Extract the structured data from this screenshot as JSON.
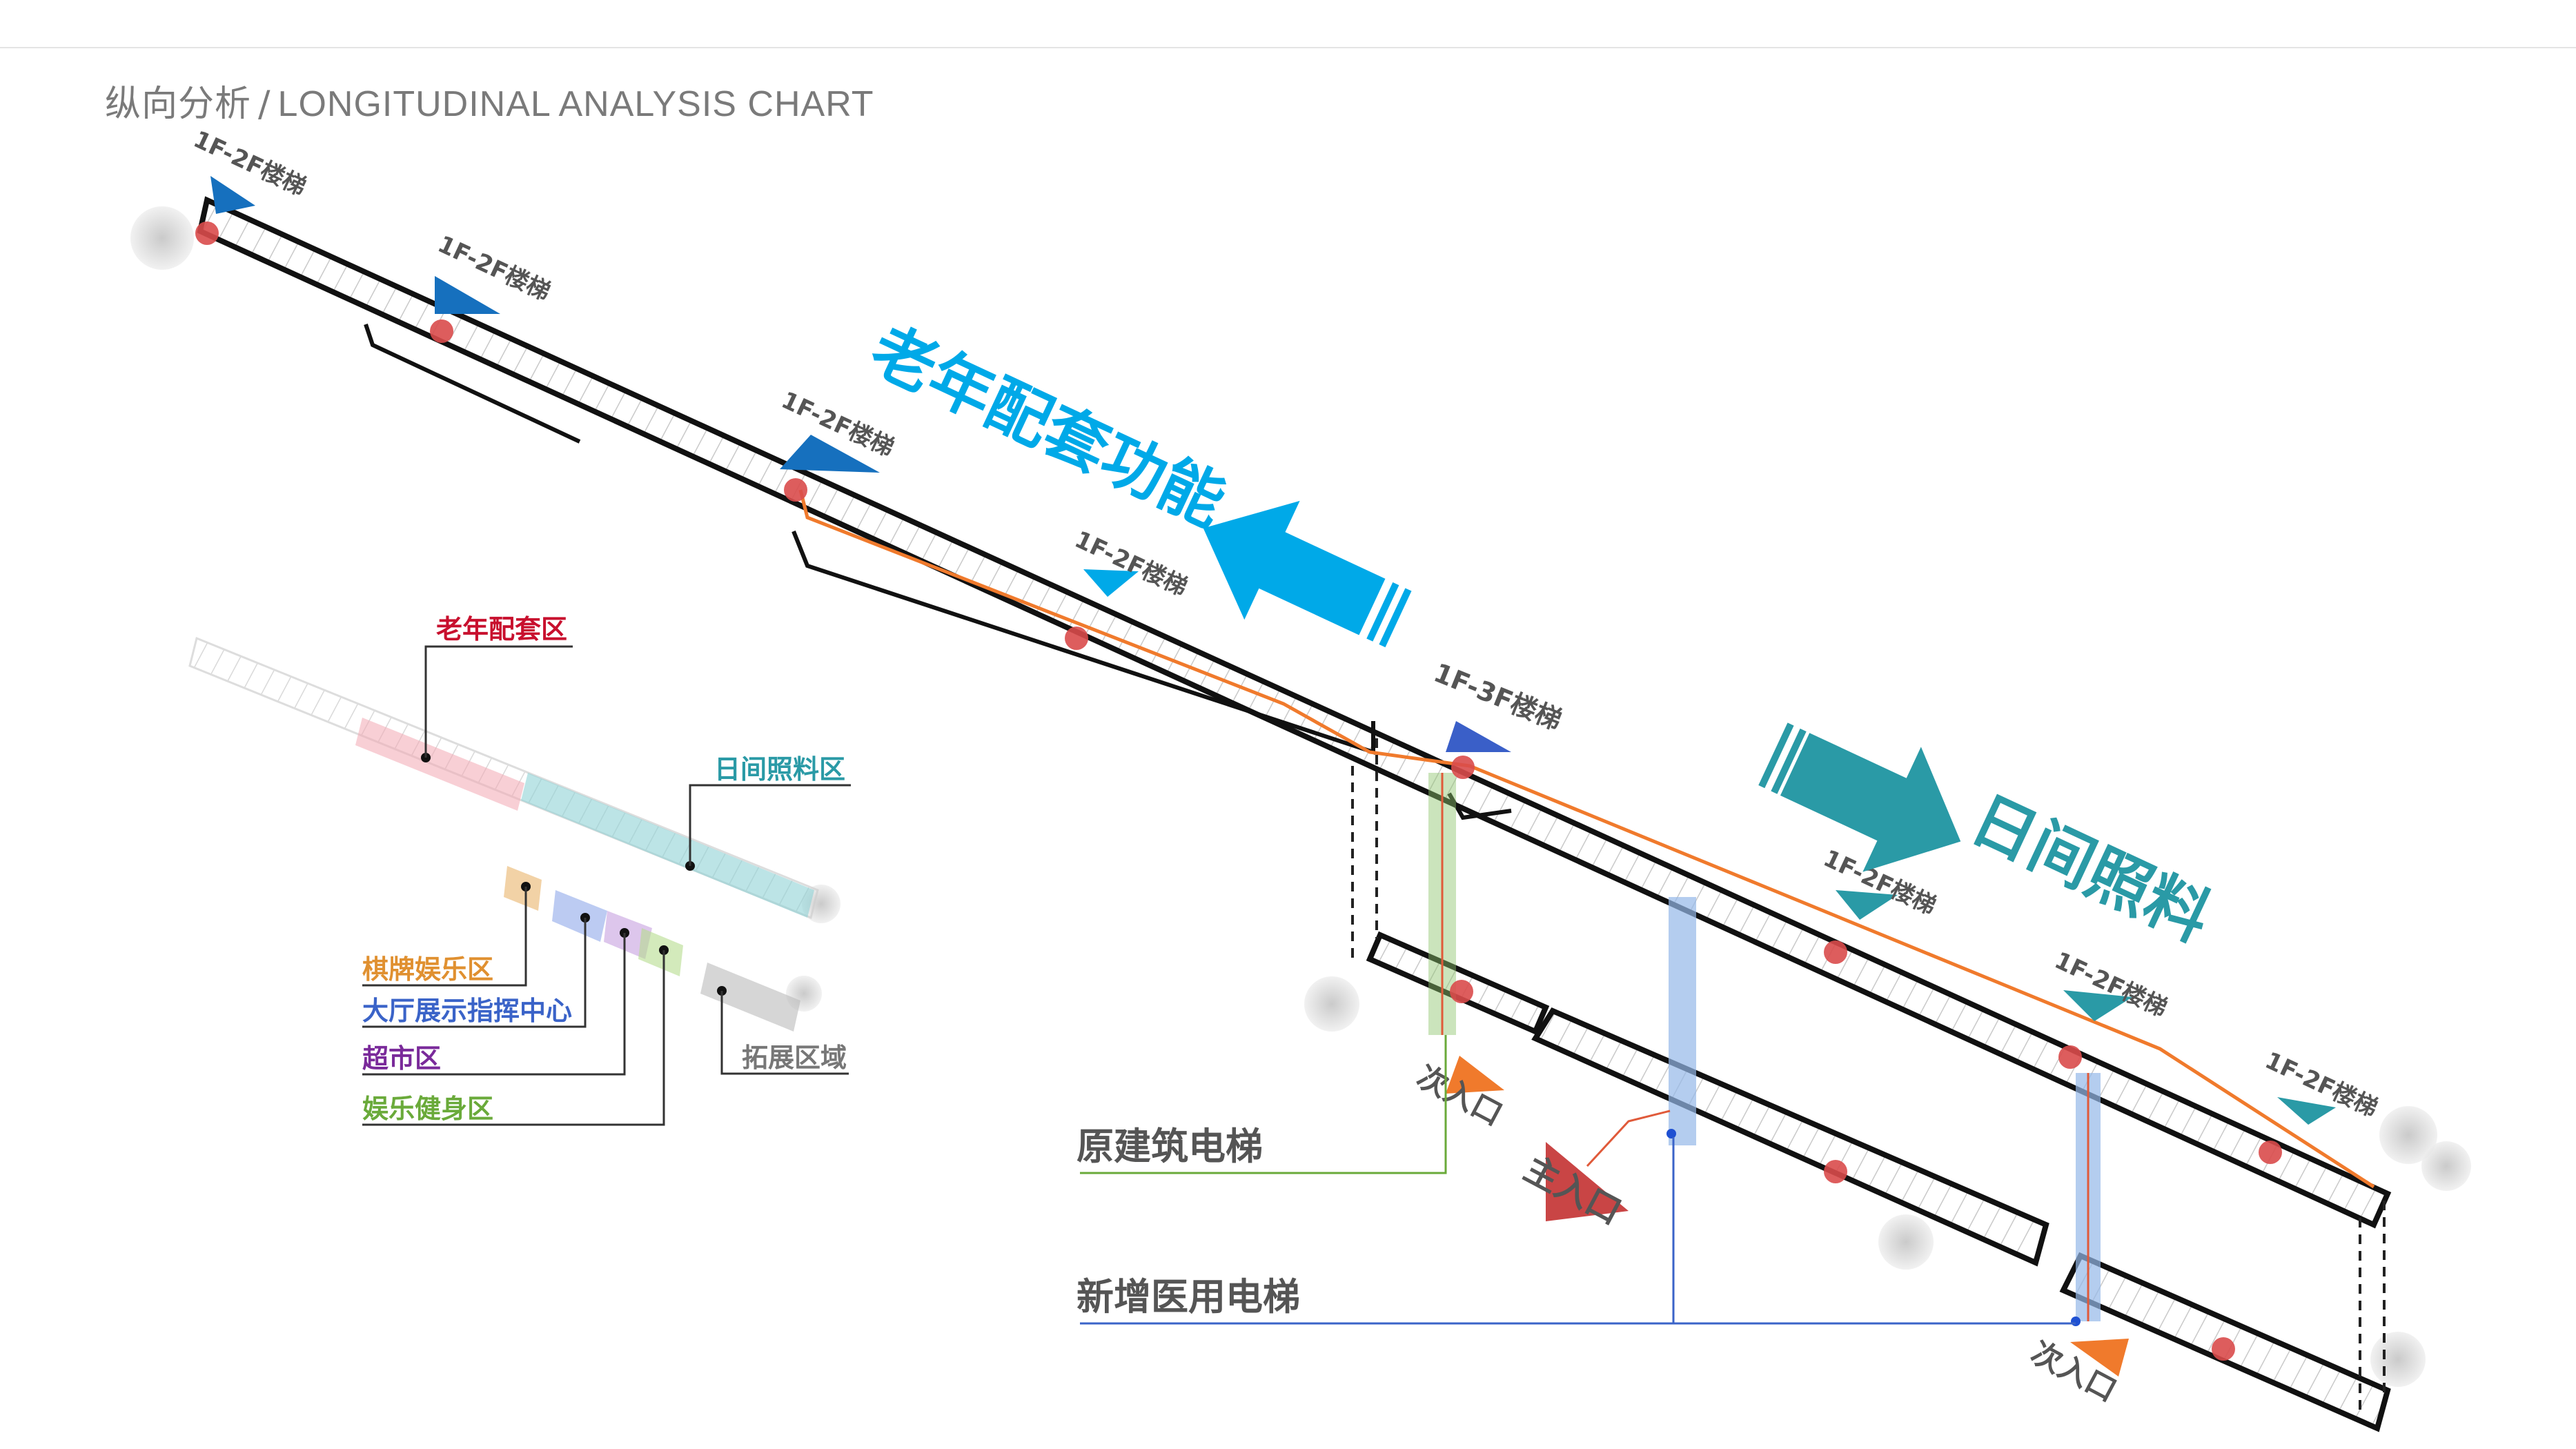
{
  "title": {
    "cn": "纵向分析",
    "sep": "/",
    "en": "LONGITUDINAL ANALYSIS CHART"
  },
  "colors": {
    "blue": "#1670be",
    "cyan_blue": "#00a9e8",
    "teal": "#2a9aa6",
    "orange": "#f07a2c",
    "red_dot": "#d94b4b",
    "green": "#8cc46a",
    "lightblue": "#94b8e8",
    "elderly_zone": "#c8102e",
    "daycare_zone": "#2a9aa6",
    "chess_zone": "#e09030",
    "hall_zone": "#3a63c8",
    "market_zone": "#7a2a9a",
    "fitness_zone": "#6aaa3a",
    "expand_zone": "#777777"
  },
  "stairs": {
    "s1": "1F-2F楼梯",
    "s2": "1F-2F楼梯",
    "s3": "1F-2F楼梯",
    "s4": "1F-2F楼梯",
    "s5": "1F-3F楼梯",
    "s6": "1F-2F楼梯",
    "s7": "1F-2F楼梯",
    "s8": "1F-2F楼梯"
  },
  "functions": {
    "elderly": "老年配套功能",
    "daycare": "日间照料"
  },
  "entrances": {
    "secondary_1": "次入口",
    "main": "主入口",
    "secondary_2": "次入口"
  },
  "elevators": {
    "existing": "原建筑电梯",
    "new_medical": "新增医用电梯"
  },
  "zones": {
    "elderly": "老年配套区",
    "daycare": "日间照料区",
    "chess": "棋牌娱乐区",
    "hall": "大厅展示指挥中心",
    "market": "超市区",
    "fitness": "娱乐健身区",
    "expand": "拓展区域"
  }
}
